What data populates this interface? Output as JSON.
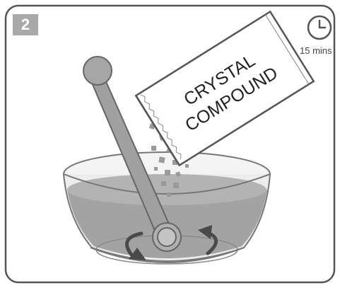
{
  "step": {
    "number": "2"
  },
  "timer": {
    "label": "15 mins",
    "icon": "clock-icon"
  },
  "packet": {
    "line1": "CRYSTAL",
    "line2": "COMPOUND"
  },
  "colors": {
    "border": "#555555",
    "badge": "#a9a9a9",
    "liquid": "#a3a3a3",
    "liquid_top": "#b5b5b5",
    "spoon": "#a0a0a0",
    "arrow": "#4a4a4a",
    "crystals": "#9a9a9a"
  }
}
